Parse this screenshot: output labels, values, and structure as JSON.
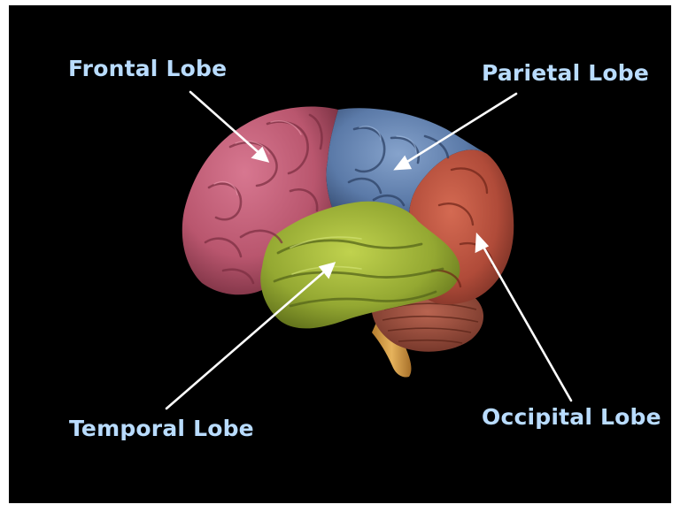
{
  "diagram": {
    "labels": {
      "frontal": "Frontal Lobe",
      "parietal": "Parietal Lobe",
      "temporal": "Temporal Lobe",
      "occipital": "Occipital Lobe"
    },
    "colors": {
      "background": "#000000",
      "label": "#b9dcff",
      "frontal": "#c05a72",
      "parietal": "#5f7fae",
      "temporal": "#9aae36",
      "occipital": "#b54e3c",
      "cerebellum": "#9a4a3a",
      "brain_stem": "#d9a24a",
      "arrow": "#ffffff"
    }
  }
}
